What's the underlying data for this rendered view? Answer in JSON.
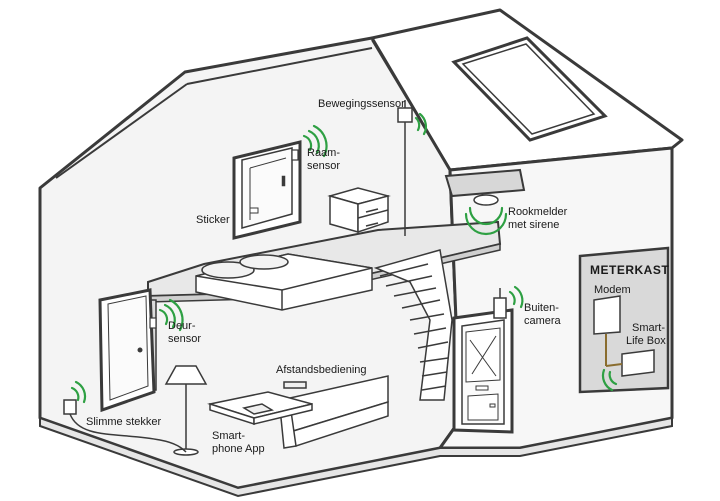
{
  "labels": {
    "bewegingssensor": "Bewegingssensor",
    "raam_1": "Raam-",
    "raam_2": "sensor",
    "sticker": "Sticker",
    "rookmelder_1": "Rookmelder",
    "rookmelder_2": "met sirene",
    "meterkast": "METERKAST",
    "modem": "Modem",
    "smart_1": "Smart-",
    "smart_2": "Life Box",
    "buiten_1": "Buiten-",
    "buiten_2": "camera",
    "deur_1": "Deur-",
    "deur_2": "sensor",
    "afstandsbediening": "Afstandsbediening",
    "slimme_stekker": "Slimme stekker",
    "smartphone_1": "Smart-",
    "smartphone_2": "phone App"
  },
  "colors": {
    "outline": "#3a3a3a",
    "wall": "#f4f4f4",
    "floor": "#e6e6e6",
    "roof": "#ffffff",
    "meterkast": "#d9d9d9",
    "signal": "#2ea043",
    "cable": "#8a6d2f"
  }
}
